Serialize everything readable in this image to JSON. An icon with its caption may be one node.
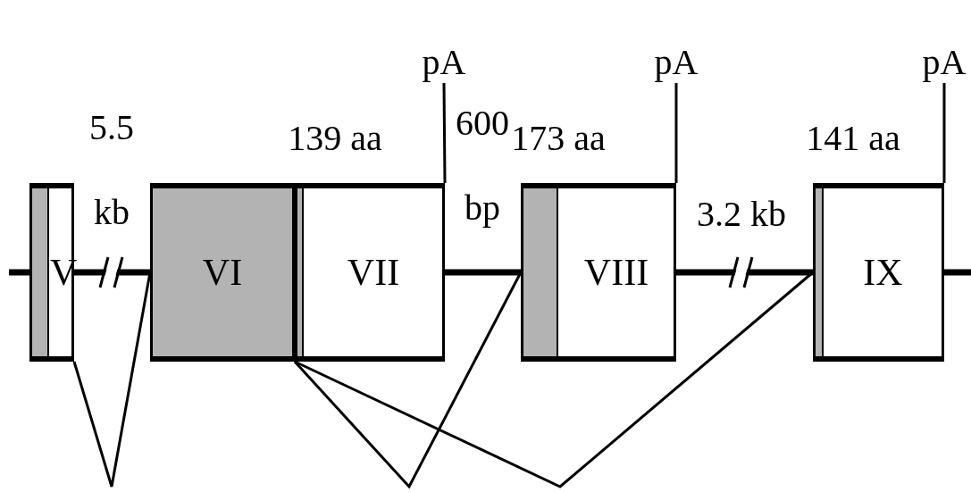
{
  "diagram": {
    "nodes": [
      {
        "text": [
          "V"
        ]
      },
      {
        "text": [
          "VI"
        ]
      },
      {
        "text": [
          "VII"
        ]
      },
      {
        "text": [
          "VIII"
        ]
      },
      {
        "text": [
          "IX"
        ]
      },
      {
        "text": [
          "pA"
        ]
      },
      {
        "text": [
          "pA"
        ]
      },
      {
        "text": [
          "pA"
        ]
      }
    ],
    "edges": [
      {
        "from": 0,
        "to": 1,
        "arrow": "none"
      },
      {
        "from": 1,
        "to": 3,
        "arrow": "none"
      },
      {
        "from": 1,
        "to": 4,
        "arrow": "none"
      },
      {
        "from": 5,
        "to": 2,
        "arrow": "none"
      },
      {
        "from": 6,
        "to": 3,
        "arrow": "none"
      },
      {
        "from": 7,
        "to": 4,
        "arrow": "none"
      }
    ],
    "labels": [
      "5.5 kb",
      "139 aa",
      "600 bp",
      "173 aa",
      "141 aa",
      "3.2 kb"
    ]
  }
}
